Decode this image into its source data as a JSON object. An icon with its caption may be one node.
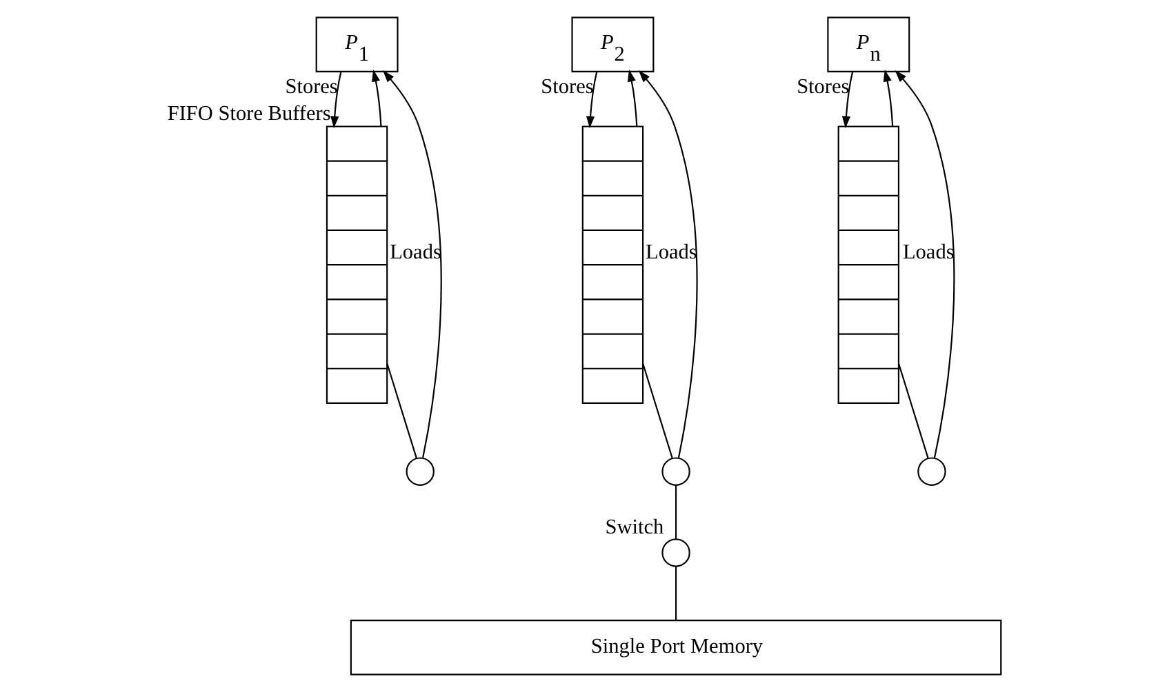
{
  "diagram": {
    "nodes": [
      {
        "text": [
          "*P*$_{1}$"
        ]
      },
      {
        "text": [],
        "shape": "box",
        "beside": [
          "FIFO Store Buffers"
        ]
      },
      {
        "text": [
          "*P*$_{2}$"
        ]
      },
      {
        "text": [],
        "shape": "box"
      },
      {
        "text": [
          "*P*$_{n}$"
        ]
      },
      {
        "text": [],
        "shape": "box"
      },
      {
        "text": [],
        "shape": "circle"
      },
      {
        "text": [],
        "shape": "circle"
      },
      {
        "text": [],
        "shape": "circle"
      },
      {
        "text": [],
        "shape": "circle",
        "beside": [
          "Switch"
        ]
      },
      {
        "text": [
          "Single Port Memory"
        ]
      }
    ],
    "edges": [
      {
        "from": 0,
        "to": 1,
        "arrow": "to",
        "label": "Stores"
      },
      {
        "from": 1,
        "to": 6,
        "arrow": "none"
      },
      {
        "from": 6,
        "to": 0,
        "arrow": "to",
        "label": "Loads"
      },
      {
        "from": 1,
        "to": 0,
        "arrow": "to"
      },
      {
        "from": 2,
        "to": 3,
        "arrow": "to",
        "label": "Stores"
      },
      {
        "from": 3,
        "to": 7,
        "arrow": "none"
      },
      {
        "from": 7,
        "to": 2,
        "arrow": "to",
        "label": "Loads"
      },
      {
        "from": 3,
        "to": 2,
        "arrow": "to"
      },
      {
        "from": 4,
        "to": 5,
        "arrow": "to",
        "label": "Stores"
      },
      {
        "from": 5,
        "to": 8,
        "arrow": "none"
      },
      {
        "from": 8,
        "to": 4,
        "arrow": "to",
        "label": "Loads"
      },
      {
        "from": 5,
        "to": 4,
        "arrow": "to"
      },
      {
        "from": 9,
        "to": 7,
        "arrow": "none"
      },
      {
        "from": 9,
        "to": 10,
        "arrow": "none"
      }
    ]
  }
}
